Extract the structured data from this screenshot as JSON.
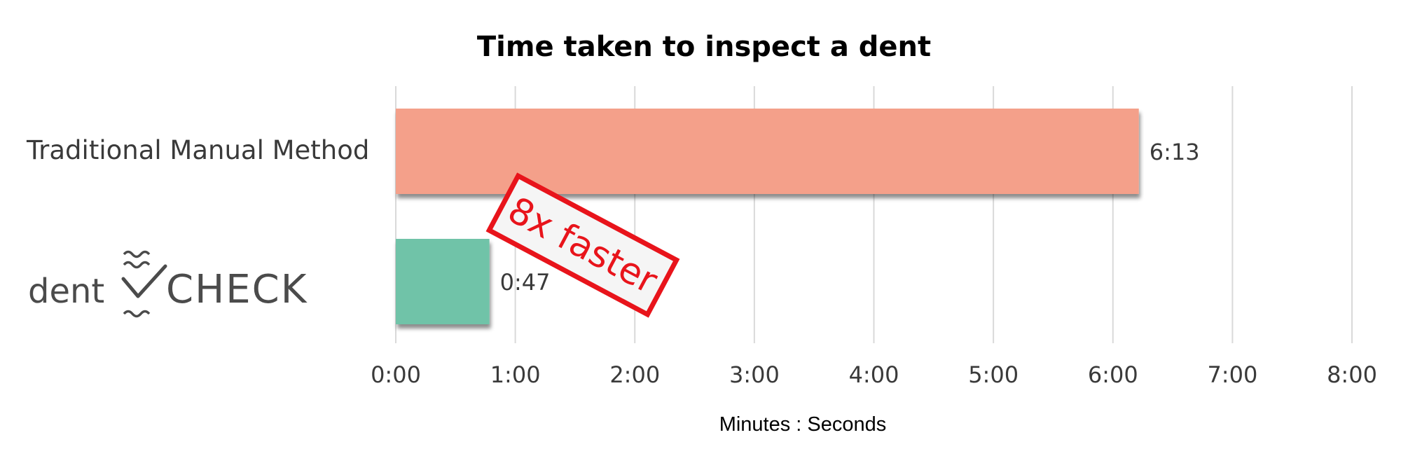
{
  "chart_data": {
    "type": "bar",
    "orientation": "horizontal",
    "title": "Time taken to inspect a dent",
    "xlabel": "Minutes : Seconds",
    "ylabel": "",
    "categories": [
      "Traditional Manual Method",
      "dentCHECK"
    ],
    "values_seconds": [
      373,
      47
    ],
    "value_labels": [
      "6:13",
      "0:47"
    ],
    "xlim_seconds": [
      0,
      480
    ],
    "x_tick_labels": [
      "0:00",
      "1:00",
      "2:00",
      "3:00",
      "4:00",
      "5:00",
      "6:00",
      "7:00",
      "8:00"
    ],
    "grid": "vertical",
    "colors": [
      "#f4a08a",
      "#6fc3a8"
    ],
    "annotation": "8x faster"
  },
  "logo": {
    "part1": "dent",
    "part2": "CHECK",
    "color": "#4b4b4b"
  },
  "stamp_color": "#e8141b"
}
